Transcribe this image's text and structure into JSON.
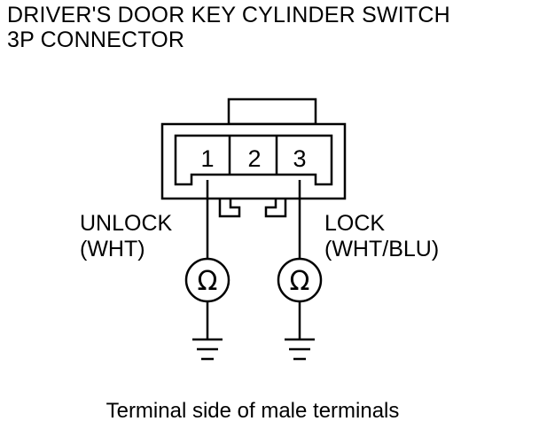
{
  "title": {
    "line1": "DRIVER'S DOOR KEY CYLINDER SWITCH",
    "line2": "3P CONNECTOR"
  },
  "connector": {
    "pins": [
      "1",
      "2",
      "3"
    ]
  },
  "wires": {
    "unlock": {
      "name": "UNLOCK",
      "color": "(WHT)"
    },
    "lock": {
      "name": "LOCK",
      "color": "(WHT/BLU)"
    }
  },
  "meter_symbol": "Ω",
  "caption": "Terminal side of male terminals",
  "icons": [
    "ohmmeter-icon",
    "ground-icon"
  ],
  "colors": {
    "ink": "#000000",
    "background": "#ffffff"
  }
}
